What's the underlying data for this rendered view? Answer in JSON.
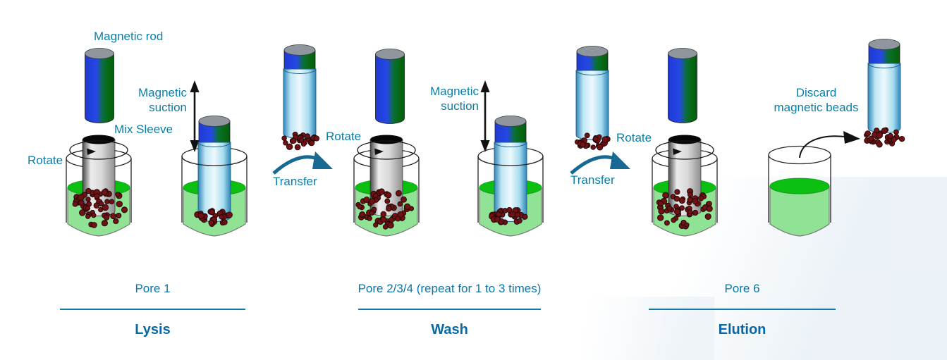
{
  "labels": {
    "magnetic_rod": "Magnetic rod",
    "magnetic_suction": "Magnetic\nsuction",
    "mix_sleeve": "Mix Sleeve",
    "rotate": "Rotate",
    "transfer": "Transfer",
    "discard_beads": "Discard\nmagnetic beads"
  },
  "stages": [
    {
      "pore": "Pore 1",
      "name": "Lysis"
    },
    {
      "pore": "Pore 2/3/4 (repeat for 1 to 3 times)",
      "name": "Wash"
    },
    {
      "pore": "Pore 6",
      "name": "Elution"
    }
  ],
  "colors": {
    "label_teal": "#0c7fa8",
    "stage_title_blue": "#0568a6",
    "divider_blue": "#1579a8",
    "transfer_arrow_teal": "#176994",
    "rod_blue": "#2547e4",
    "rod_green": "#045c0e",
    "rod_cap_gray": "#8f969e",
    "sleeve_light_blue": "#2e86b9",
    "liquid_surface_green": "#0cc012",
    "liquid_body_green": "#90e294",
    "bead_dark_red": "#701114",
    "outline_black": "#262626"
  },
  "illustration": {
    "bead_scatter_count": 52,
    "bead_cluster_count": 26
  }
}
